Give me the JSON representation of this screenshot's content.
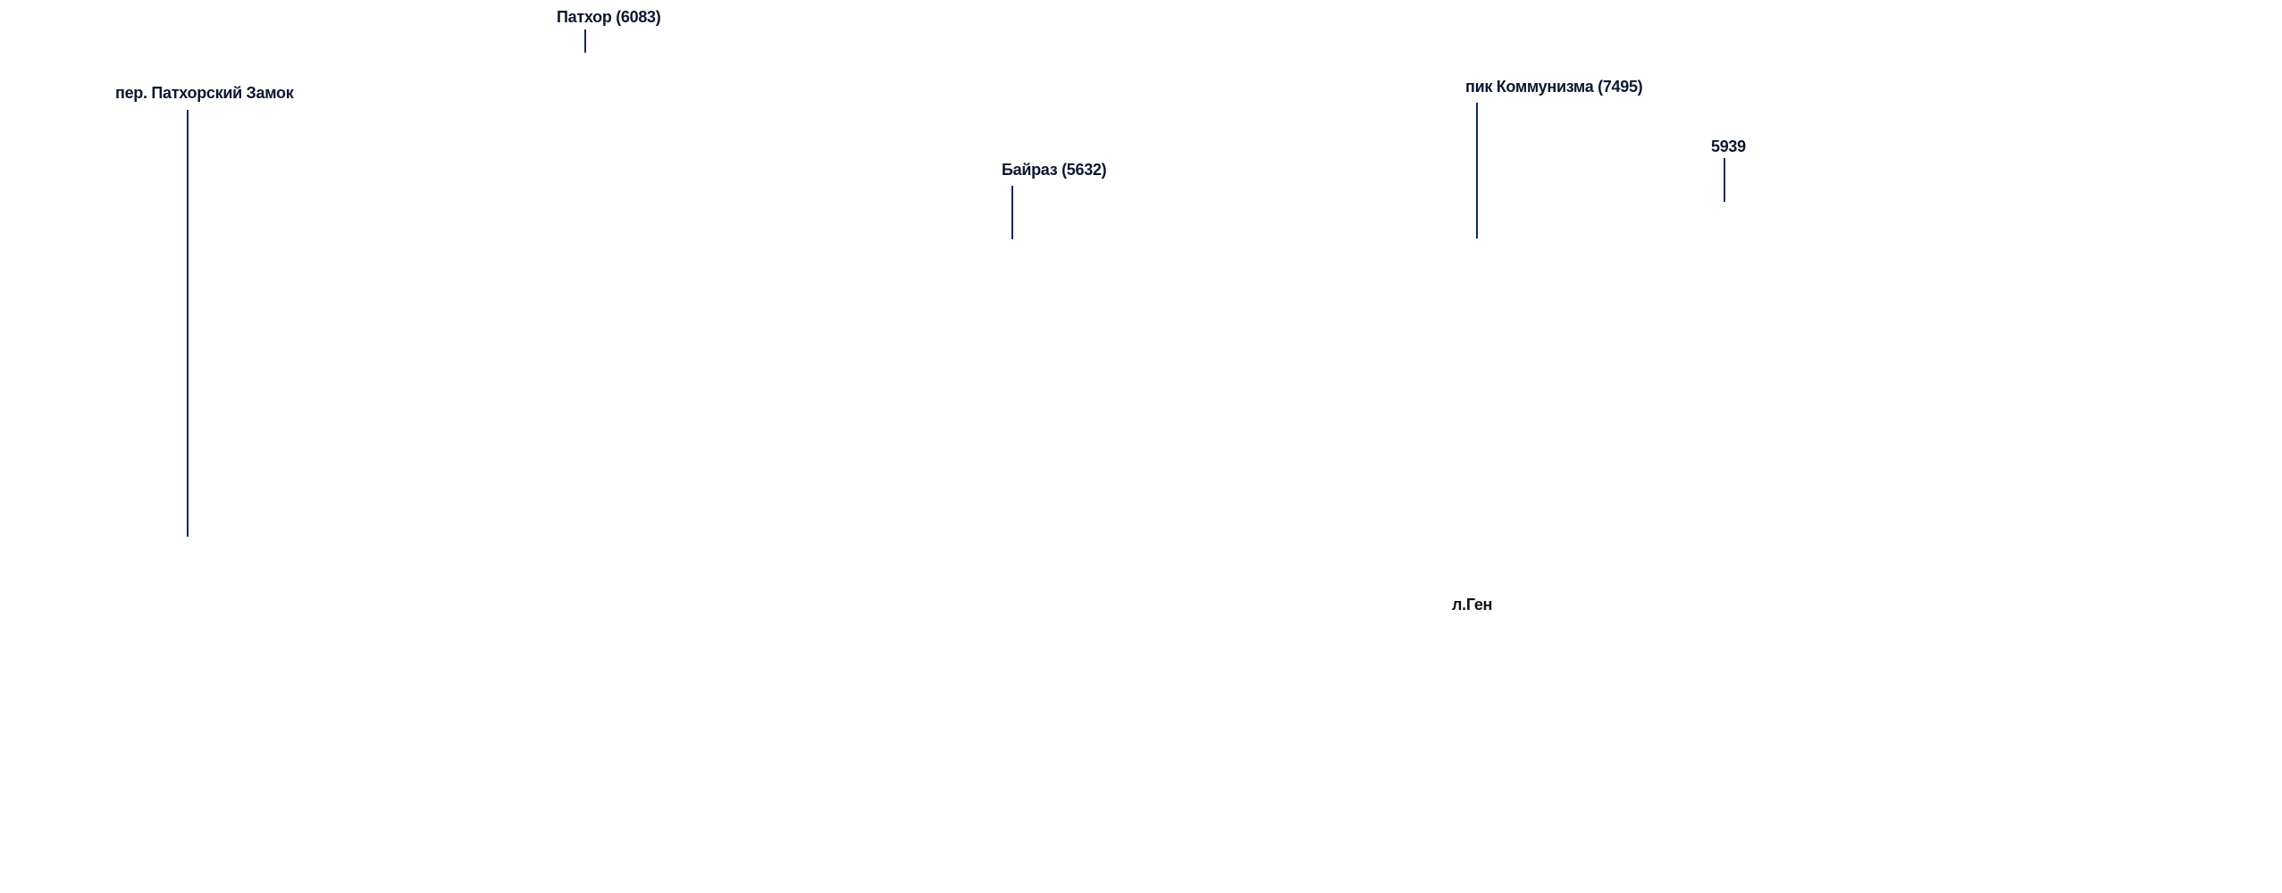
{
  "labels": {
    "patkhor": "Патхор (6083)",
    "pass": "пер. Патхорский Замок",
    "bayraz": "Байраз (5632)",
    "communism": "пик Коммунизма (7495)",
    "peak5939": "5939",
    "glacier": "л.Ген"
  }
}
